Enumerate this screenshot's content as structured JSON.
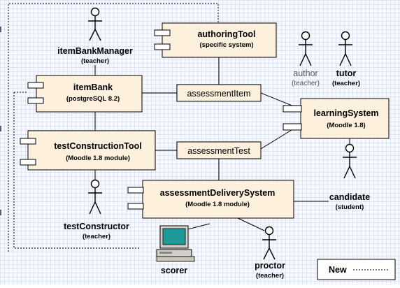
{
  "components": {
    "authoringTool": {
      "name": "authoringTool",
      "sub": "(specific system)"
    },
    "itemBank": {
      "name": "itemBank",
      "sub": "(postgreSQL 8.2)"
    },
    "testConstructionTool": {
      "name": "testConstructionTool",
      "sub": "(Moodle 1.8 module)"
    },
    "learningSystem": {
      "name": "learningSystem",
      "sub": "(Moodle 1.8)"
    },
    "assessmentDeliverySystem": {
      "name": "assessmentDeliverySystem",
      "sub": "(Moodle 1.8 module)"
    }
  },
  "artifacts": {
    "assessmentItem": "assessmentItem",
    "assessmentTest": "assessmentTest"
  },
  "actors": {
    "itemBankManager": {
      "name": "itemBankManager",
      "role": "(teacher)"
    },
    "author": {
      "name": "author",
      "role": "(teacher)"
    },
    "tutor": {
      "name": "tutor",
      "role": "(teacher)"
    },
    "candidate": {
      "name": "candidate",
      "role": "(student)"
    },
    "testConstructor": {
      "name": "testConstructor",
      "role": "(teacher)"
    },
    "proctor": {
      "name": "proctor",
      "role": "(teacher)"
    },
    "scorer": {
      "name": "scorer"
    }
  },
  "legend": {
    "label": "New"
  },
  "colors": {
    "background_grid": "#c8d2ec",
    "component_fill": "#fdf1dd"
  }
}
